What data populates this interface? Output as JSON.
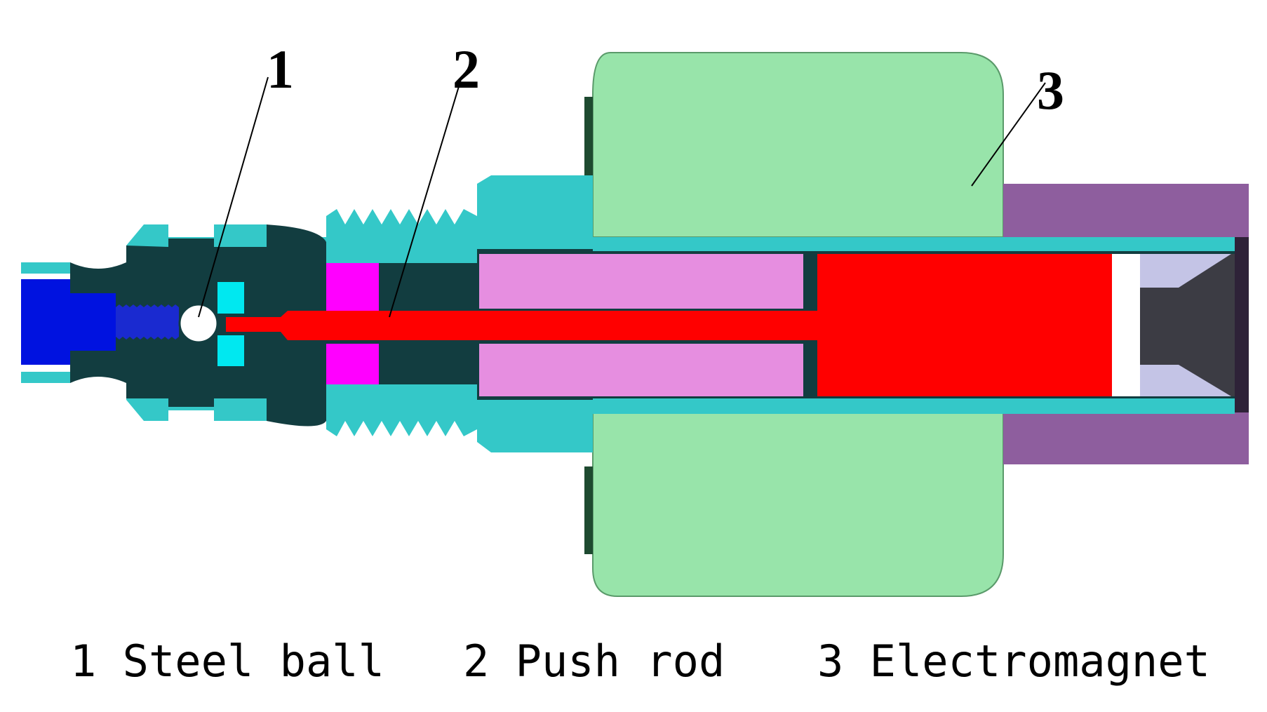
{
  "callouts": {
    "steel_ball": "1",
    "push_rod": "2",
    "electromagnet": "3"
  },
  "legend": {
    "steel_ball": "1 Steel ball",
    "push_rod": "2 Push rod",
    "electromagnet": "3 Electromagnet"
  },
  "colors": {
    "electromagnet_coil": "#98e4aa",
    "housing": "#34c8c8",
    "housing_dark": "#123d40",
    "push_rod": "#ff0000",
    "armature": "#ff0000",
    "pole_piece": "#e68ee0",
    "seal": "#ff00ff",
    "seat_insert": "#00e8f0",
    "inlet_fitting": "#0012e0",
    "end_cap": "#8e5e9e",
    "end_plug": "#3c3c44",
    "end_plug_face": "#c4c4e6"
  }
}
